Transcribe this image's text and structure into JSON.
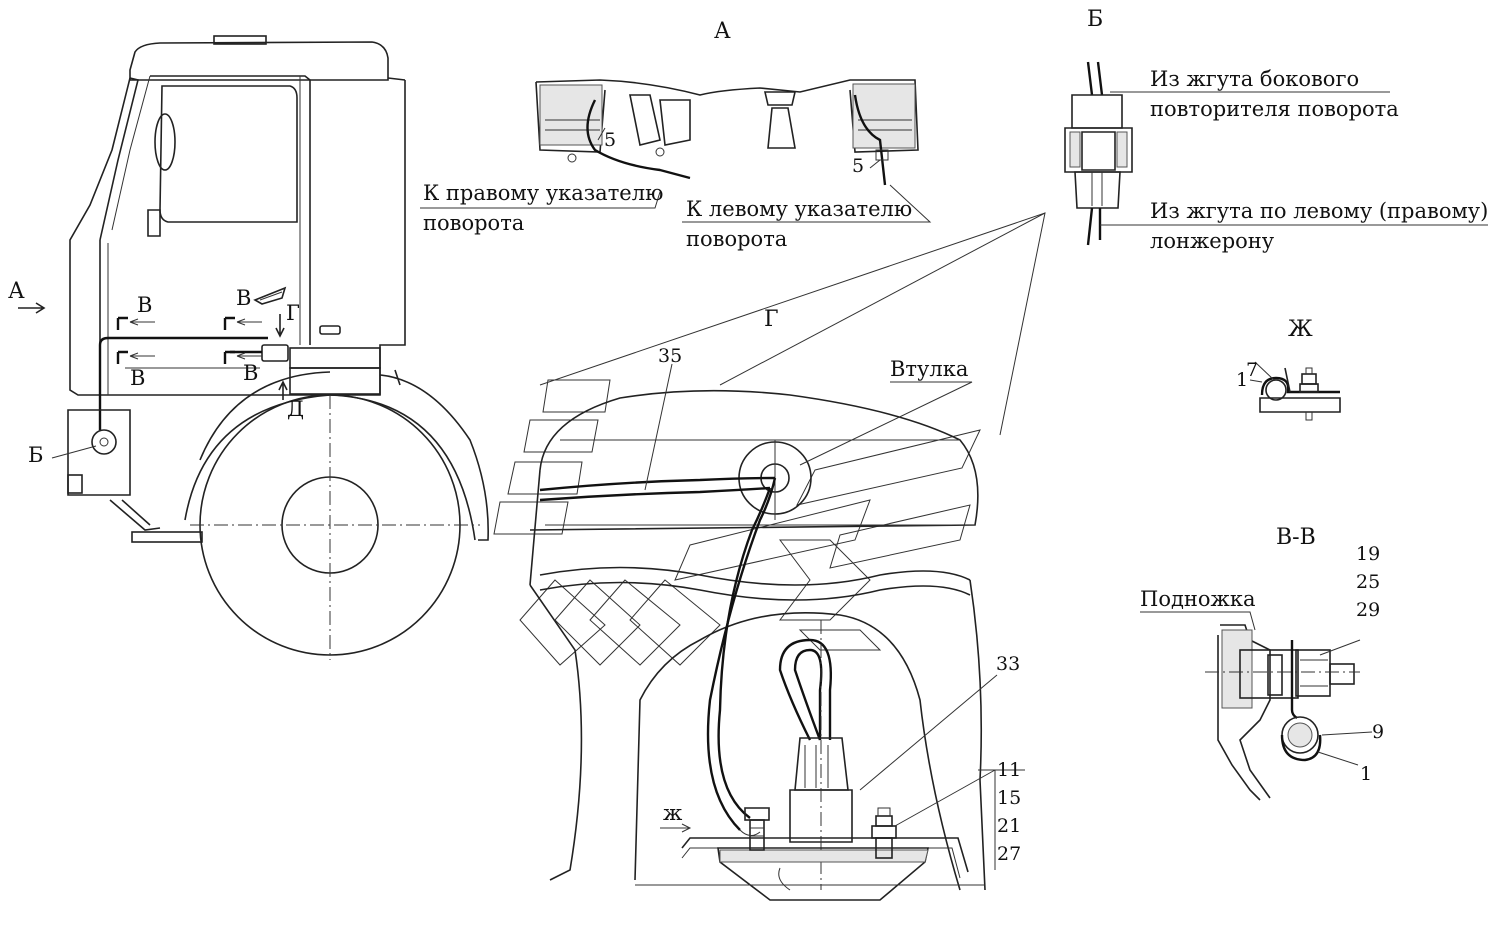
{
  "view_labels": {
    "a": "А",
    "b": "Б",
    "v": "В",
    "g": "Г",
    "d": "Д",
    "zh": "Ж",
    "vv": "В-В"
  },
  "callouts": {
    "to_right_line1": "К правому указателю",
    "to_right_line2": "поворота",
    "to_left_line1": "К левому указателю",
    "to_left_line2": "поворота",
    "from_side_line1": "Из жгута бокового",
    "from_side_line2": "повторителя поворота",
    "from_frame_line1": "Из жгута по левому (правому)",
    "from_frame_line2": "лонжерону",
    "bushing": "Втулка",
    "step": "Подножка",
    "zh_arrow": "ж"
  },
  "part_numbers": {
    "p5a": "5",
    "p5b": "5",
    "p35": "35",
    "p33": "33",
    "p11": "11",
    "p15": "15",
    "p21": "21",
    "p27": "27",
    "p7": "7",
    "p1a": "1",
    "p19": "19",
    "p25": "25",
    "p29": "29",
    "p9": "9",
    "p1b": "1"
  }
}
